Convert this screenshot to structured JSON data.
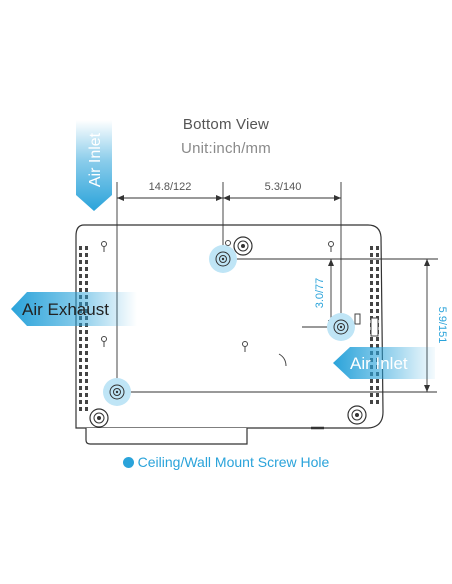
{
  "header": {
    "title": "Bottom View",
    "unit": "Unit:inch/mm"
  },
  "dimensions": {
    "width_left": "14.8/122",
    "width_right": "5.3/140",
    "height_mid": "3.0/77",
    "height_right": "5.9/151"
  },
  "callouts": {
    "air_inlet_top": "Air Inlet",
    "air_exhaust": "Air Exhaust",
    "air_inlet_right": "Air Inlet"
  },
  "legend": {
    "label": "Ceiling/Wall Mount Screw Hole"
  },
  "colors": {
    "accent": "#2aa3da",
    "accent_light": "#bfe5f6",
    "line": "#333333",
    "text": "#555555"
  }
}
